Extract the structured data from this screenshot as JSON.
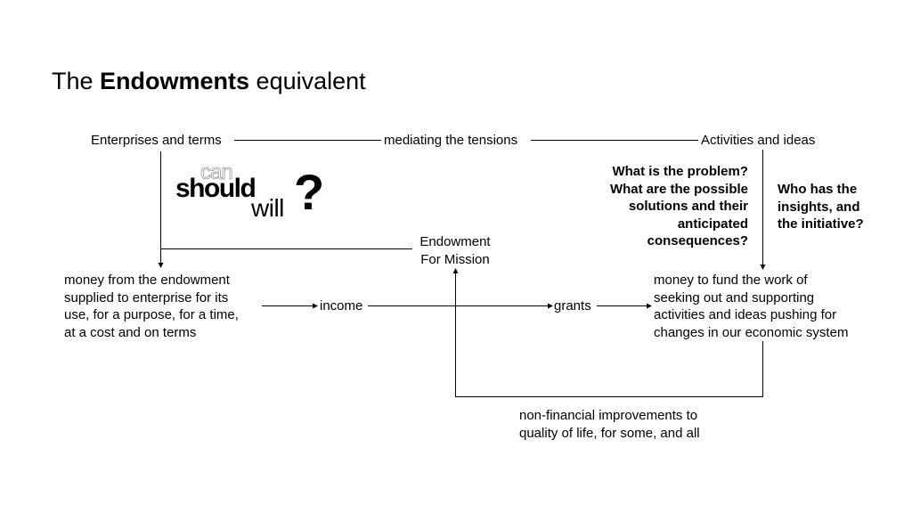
{
  "title": {
    "pre": "The ",
    "bold": "Endowments",
    "post": " equivalent"
  },
  "nodes": {
    "enterprises_terms": "Enterprises and terms",
    "mediating": "mediating the tensions",
    "activities_ideas": "Activities and ideas",
    "endowment_line1": "Endowment",
    "endowment_line2": "For Mission",
    "money_left": [
      "money from the endowment",
      "supplied to enterprise for its",
      "use, for a purpose, for a time,",
      "at a cost and on terms"
    ],
    "income": "income",
    "grants": "grants",
    "money_right": [
      "money to fund the work of",
      "seeking out and supporting",
      "activities and ideas pushing for",
      "changes in our economic system"
    ],
    "non_financial": [
      "non-financial improvements to",
      "quality of life, for some, and all"
    ]
  },
  "questions": {
    "problem": [
      "What is the problem?",
      "What are the possible",
      "solutions and their",
      "anticipated",
      "consequences?"
    ],
    "insights": [
      "Who has the",
      "insights, and",
      "the initiative?"
    ]
  },
  "modal_words": {
    "can": "can",
    "should": "should",
    "will": "will",
    "mark": "?"
  },
  "colors": {
    "text": "#000000",
    "line": "#000000",
    "faded": "#9a9a9a",
    "background": "#ffffff"
  }
}
